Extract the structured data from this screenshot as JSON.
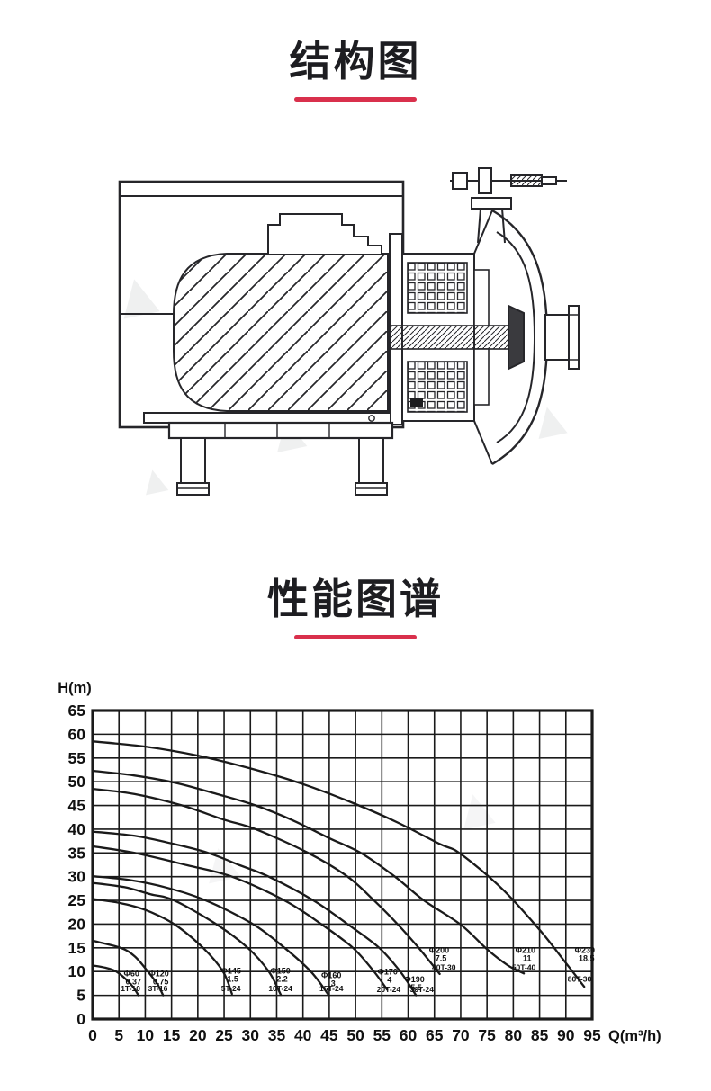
{
  "page": {
    "bg": "#ffffff",
    "accent": "#d9304c",
    "ink": "#1d1d21",
    "line_ink": "#26262a"
  },
  "icons": {
    "watermark_glyph": "▲"
  },
  "sections": {
    "structure": {
      "title": "结构图"
    },
    "performance": {
      "title": "性能图谱"
    }
  },
  "chart_data": {
    "type": "line",
    "title": "",
    "xlabel": "Q(m³/h)",
    "ylabel": "H(m)",
    "xlim": [
      0,
      95
    ],
    "ylim": [
      0,
      65
    ],
    "x_ticks": [
      0,
      5,
      10,
      15,
      20,
      25,
      30,
      35,
      40,
      45,
      50,
      55,
      60,
      65,
      70,
      75,
      80,
      85,
      90,
      95
    ],
    "y_ticks": [
      0,
      5,
      10,
      15,
      20,
      25,
      30,
      35,
      40,
      45,
      50,
      55,
      60,
      65
    ],
    "grid": true,
    "legend": "none",
    "line_color": "#1a1a1a",
    "series": [
      {
        "model": "1T-10",
        "impeller": "Φ60",
        "power": "0.37",
        "points": [
          [
            0,
            11.3
          ],
          [
            2.5,
            10.8
          ],
          [
            4.5,
            10
          ],
          [
            6.5,
            8.2
          ],
          [
            7.8,
            6.6
          ],
          [
            8.7,
            5
          ]
        ],
        "label_pos": [
          7.4,
          9.0
        ],
        "model_pos": [
          7.2,
          5.9
        ]
      },
      {
        "model": "3T-16",
        "impeller": "Φ120",
        "power": "0.75",
        "points": [
          [
            0,
            16.5
          ],
          [
            5.3,
            15
          ],
          [
            8,
            13.2
          ],
          [
            10.5,
            10
          ],
          [
            12.3,
            7.4
          ],
          [
            13.4,
            5
          ]
        ],
        "label_pos": [
          12.6,
          9.0
        ],
        "model_pos": [
          12.4,
          5.9
        ]
      },
      {
        "model": "5T-24",
        "impeller": "Φ145",
        "power": "1.5",
        "points": [
          [
            0,
            25.3
          ],
          [
            5,
            24.5
          ],
          [
            10,
            23
          ],
          [
            15.5,
            20
          ],
          [
            21,
            15
          ],
          [
            24.8,
            10
          ],
          [
            26.5,
            5.3
          ]
        ],
        "label_pos": [
          26.3,
          9.6
        ],
        "model_pos": [
          26.3,
          5.9
        ]
      },
      {
        "model": "10T-24",
        "impeller": "Φ150",
        "power": "2.2",
        "points": [
          [
            0,
            28.7
          ],
          [
            6,
            27.8
          ],
          [
            11,
            26.3
          ],
          [
            15.5,
            25
          ],
          [
            23.5,
            20
          ],
          [
            29.5,
            15
          ],
          [
            33.5,
            10
          ],
          [
            35.8,
            5.1
          ]
        ],
        "label_pos": [
          35.7,
          9.6
        ],
        "model_pos": [
          35.7,
          5.9
        ]
      },
      {
        "model": "15T-24",
        "impeller": "Φ160",
        "power": "3",
        "points": [
          [
            0,
            30.1
          ],
          [
            7,
            29.3
          ],
          [
            14,
            27.7
          ],
          [
            21.5,
            25
          ],
          [
            30.5,
            20
          ],
          [
            36.5,
            15
          ],
          [
            41.5,
            10
          ],
          [
            44.8,
            5.2
          ]
        ],
        "label_pos": [
          45.4,
          8.6
        ],
        "model_pos": [
          45.4,
          5.9
        ]
      },
      {
        "model": "20T-24",
        "impeller": "Φ170",
        "power": "4",
        "points": [
          [
            0,
            36.4
          ],
          [
            8,
            35
          ],
          [
            18,
            32.4
          ],
          [
            26.5,
            30
          ],
          [
            36.5,
            25
          ],
          [
            43.5,
            20
          ],
          [
            49.5,
            15
          ],
          [
            53.5,
            10
          ],
          [
            56,
            6.2
          ]
        ],
        "label_pos": [
          56.1,
          9.4
        ],
        "model_pos": [
          56.3,
          5.7
        ]
      },
      {
        "model": "30T-24",
        "impeller": "Φ190",
        "power": "5.5",
        "points": [
          [
            0,
            39.5
          ],
          [
            8,
            38.6
          ],
          [
            15,
            37
          ],
          [
            22,
            35
          ],
          [
            28,
            32.4
          ],
          [
            33.5,
            30
          ],
          [
            42,
            25
          ],
          [
            48.5,
            20
          ],
          [
            54.5,
            15
          ],
          [
            58.5,
            10
          ],
          [
            61.5,
            5
          ]
        ],
        "label_pos": [
          61.2,
          7.8
        ],
        "model_pos": [
          62.6,
          5.7
        ]
      },
      {
        "model": "40T-30",
        "impeller": "Φ200",
        "power": "7.5",
        "points": [
          [
            0,
            48.5
          ],
          [
            8,
            47.4
          ],
          [
            17,
            45
          ],
          [
            25,
            42
          ],
          [
            31,
            40
          ],
          [
            41,
            35
          ],
          [
            48.5,
            30
          ],
          [
            53.5,
            25
          ],
          [
            58,
            20
          ],
          [
            62,
            15
          ],
          [
            66,
            9.5
          ]
        ],
        "label_pos": [
          65.9,
          13.9
        ],
        "model_pos": [
          66.8,
          10.3
        ]
      },
      {
        "model": "50T-40",
        "impeller": "Φ210",
        "power": "11",
        "points": [
          [
            0,
            52.3
          ],
          [
            8,
            51.3
          ],
          [
            16,
            49.7
          ],
          [
            24,
            47.3
          ],
          [
            31,
            45
          ],
          [
            38,
            41.9
          ],
          [
            45,
            38.1
          ],
          [
            51,
            35
          ],
          [
            57.5,
            30
          ],
          [
            63,
            25
          ],
          [
            70,
            19.9
          ],
          [
            75,
            14.7
          ],
          [
            79,
            11.3
          ],
          [
            82,
            9.6
          ]
        ],
        "label_pos": [
          82.3,
          13.9
        ],
        "model_pos": [
          82,
          10.3
        ]
      },
      {
        "model": "80T-30",
        "impeller": "Φ230",
        "power": "18.5",
        "points": [
          [
            0,
            58.5
          ],
          [
            10,
            57.4
          ],
          [
            20,
            55.5
          ],
          [
            30,
            52.8
          ],
          [
            40,
            49.5
          ],
          [
            50,
            45.3
          ],
          [
            58,
            41.4
          ],
          [
            66,
            36.9
          ],
          [
            70,
            34.8
          ],
          [
            78,
            27.3
          ],
          [
            85,
            18.8
          ],
          [
            90,
            11.8
          ],
          [
            93.5,
            6.8
          ]
        ],
        "label_pos": [
          93.6,
          13.9
        ],
        "model_pos": [
          92.6,
          7.9
        ]
      }
    ]
  }
}
